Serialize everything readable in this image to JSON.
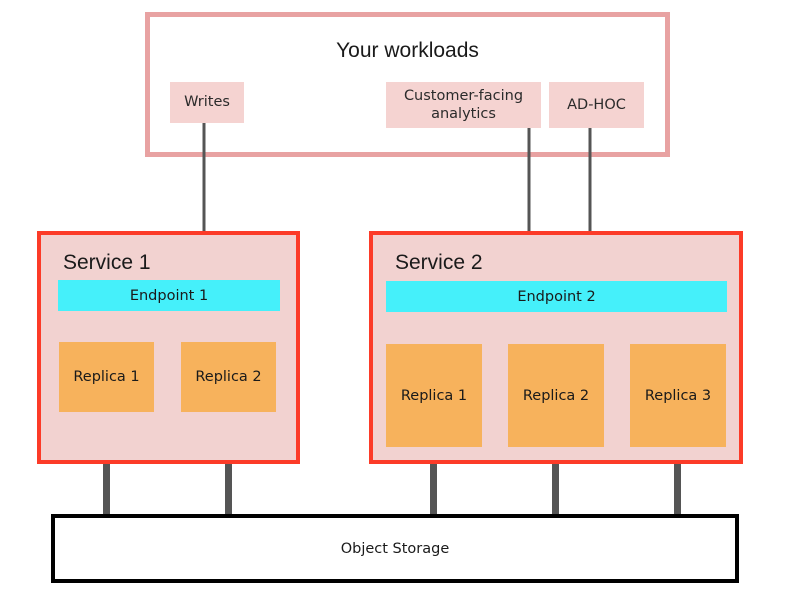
{
  "diagram": {
    "title_text": "Your workloads",
    "workloads": {
      "container_label": "Your workloads",
      "chips": [
        {
          "id": "writes",
          "label": "Writes"
        },
        {
          "id": "analytics",
          "label": "Customer-facing analytics"
        },
        {
          "id": "adhoc",
          "label": "AD-HOC"
        }
      ]
    },
    "services": [
      {
        "id": "service-1",
        "label": "Service 1",
        "endpoint": "Endpoint 1",
        "replicas": [
          "Replica 1",
          "Replica 2"
        ]
      },
      {
        "id": "service-2",
        "label": "Service 2",
        "endpoint": "Endpoint 2",
        "replicas": [
          "Replica 1",
          "Replica 2",
          "Replica 3"
        ]
      }
    ],
    "storage": {
      "label": "Object Storage"
    },
    "colors": {
      "workload_border": "#e8a2a2",
      "workload_chip_fill": "#f5d3d1",
      "service_border": "#fc3b28",
      "service_fill": "#f2d2d0",
      "endpoint_fill": "#45f0fa",
      "replica_fill": "#f7b25c",
      "pipe": "#555555",
      "storage_border": "#000000",
      "storage_fill": "#ffffff",
      "text": "#1a1a1a"
    },
    "connections": [
      {
        "from": "writes",
        "to": "endpoint-1",
        "type": "arrow"
      },
      {
        "from": "analytics",
        "to": "endpoint-2",
        "type": "arrow"
      },
      {
        "from": "adhoc",
        "to": "endpoint-2",
        "type": "arrow"
      },
      {
        "from": "endpoint-1",
        "to": "s1-replica-1",
        "type": "pipe"
      },
      {
        "from": "endpoint-1",
        "to": "s1-replica-2",
        "type": "pipe"
      },
      {
        "from": "endpoint-2",
        "to": "s2-replica-1",
        "type": "pipe"
      },
      {
        "from": "endpoint-2",
        "to": "s2-replica-2",
        "type": "pipe"
      },
      {
        "from": "endpoint-2",
        "to": "s2-replica-3",
        "type": "pipe"
      },
      {
        "from": "s1-replica-1",
        "to": "object-storage",
        "type": "pipe"
      },
      {
        "from": "s1-replica-2",
        "to": "object-storage",
        "type": "pipe"
      },
      {
        "from": "s2-replica-1",
        "to": "object-storage",
        "type": "pipe"
      },
      {
        "from": "s2-replica-2",
        "to": "object-storage",
        "type": "pipe"
      },
      {
        "from": "s2-replica-3",
        "to": "object-storage",
        "type": "pipe"
      }
    ]
  }
}
